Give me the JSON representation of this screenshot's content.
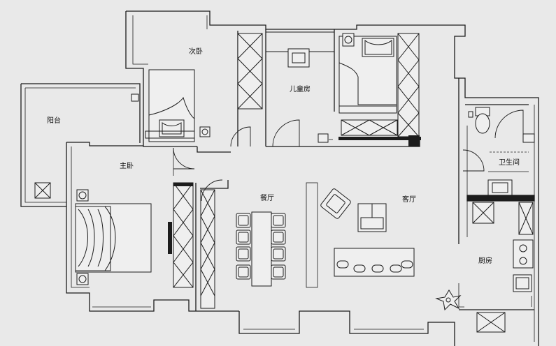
{
  "floor_plan": {
    "rooms": {
      "second_bedroom": "次卧",
      "kids_room": "儿童房",
      "balcony": "阳台",
      "master_bedroom": "主卧",
      "dining_room": "餐厅",
      "living_room": "客厅",
      "bathroom": "卫生间",
      "kitchen": "厨房"
    }
  },
  "colors": {
    "background": "#e9e9e9",
    "ink": "#1c1c1c"
  }
}
